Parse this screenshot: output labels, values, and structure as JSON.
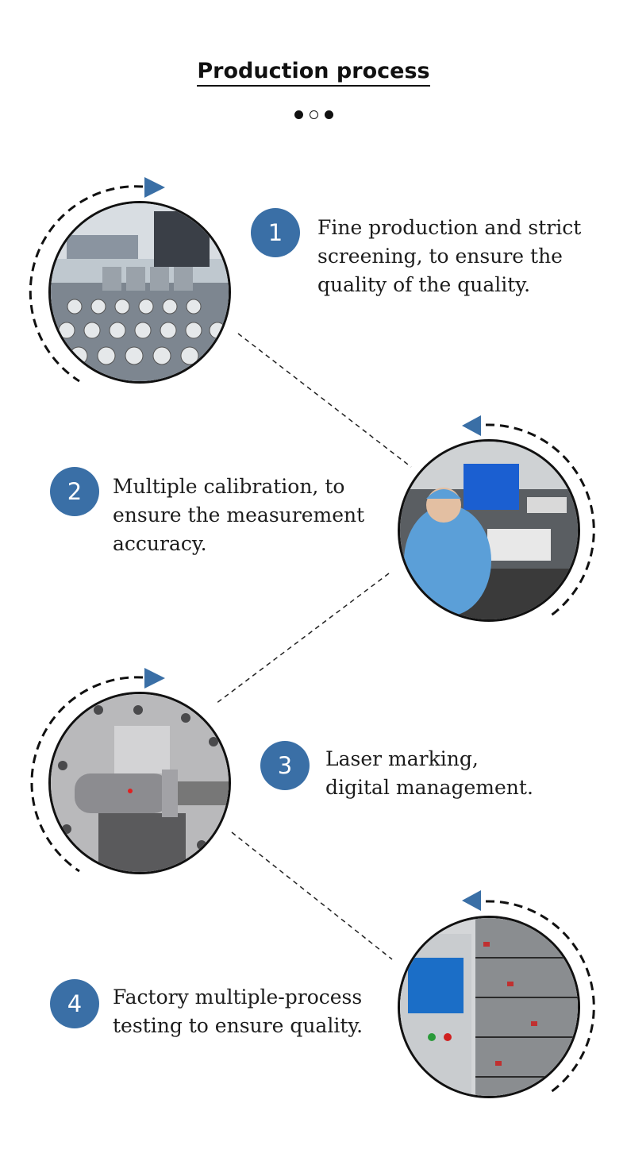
{
  "header": {
    "title": "Production process"
  },
  "steps": [
    {
      "number": "1",
      "text": "Fine production and strict\nscreening, to ensure the\nquality of the quality."
    },
    {
      "number": "2",
      "text": "Multiple calibration, to\nensure the measurement\naccuracy."
    },
    {
      "number": "3",
      "text": "Laser marking,\ndigital management."
    },
    {
      "number": "4",
      "text": "Factory multiple-process\ntesting to ensure quality."
    }
  ],
  "colors": {
    "accent": "#3a6fa6",
    "text": "#1c1c1c"
  }
}
